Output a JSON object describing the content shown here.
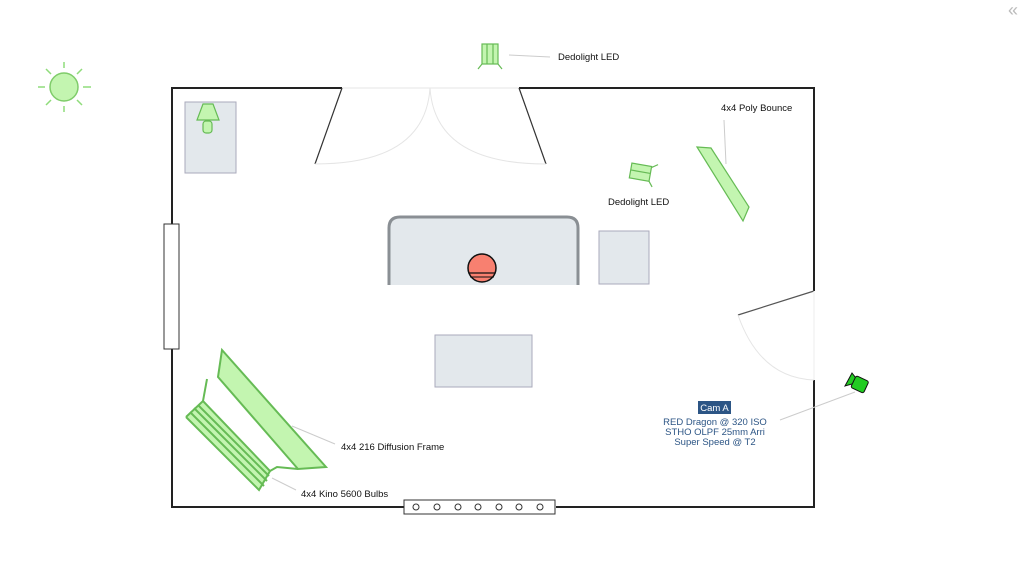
{
  "ui": {
    "collapse_icon": "«"
  },
  "labels": {
    "dedolight_top": "Dedolight LED",
    "dedolight_mid": "Dedolight LED",
    "poly_bounce": "4x4 Poly Bounce",
    "diffusion": "4x4 216 Diffusion Frame",
    "kino": "4x4 Kino 5600 Bulbs"
  },
  "camera": {
    "name": "Cam A",
    "lines": [
      "RED Dragon @ 320 ISO",
      "STHO OLPF 25mm Arri",
      "Super Speed @ T2"
    ]
  },
  "colors": {
    "light_fill": "#c3f5b0",
    "light_stroke": "#66bb55",
    "camera_fill": "#22cc22",
    "subject": "#f88070",
    "furniture": "#e3e8ec",
    "cam_label_bg": "#2c5585"
  }
}
